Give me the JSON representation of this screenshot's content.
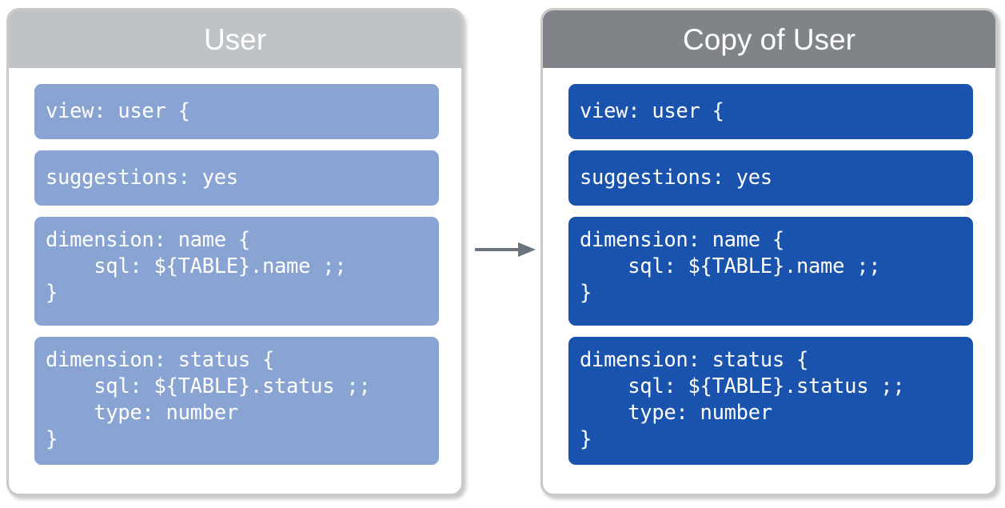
{
  "diagram": {
    "type": "copy-flow",
    "connector": {
      "icon": "arrow-right-icon",
      "direction": "left-to-right",
      "color": "#6b737d"
    }
  },
  "colors": {
    "source_header_bg": "#c0c3c6",
    "source_block_bg": "#89a4d2",
    "copy_header_bg": "#808489",
    "copy_block_bg": "#1a53ad",
    "card_border": "#c9c9c9",
    "card_bg": "#ffffff",
    "text_on_block": "#ffffff",
    "arrow": "#6b737d"
  },
  "cards": [
    {
      "id": "source",
      "title": "User",
      "blocks": [
        {
          "id": "view-declaration",
          "lines": 1,
          "code": "view: user {"
        },
        {
          "id": "suggestions-setting",
          "lines": 1,
          "code": "suggestions: yes"
        },
        {
          "id": "dimension-name",
          "lines": 3,
          "code": "dimension: name {\n    sql: ${TABLE}.name ;;\n}"
        },
        {
          "id": "dimension-status",
          "lines": 4,
          "code": "dimension: status {\n    sql: ${TABLE}.status ;;\n    type: number\n}"
        }
      ]
    },
    {
      "id": "copy",
      "title": "Copy of User",
      "blocks": [
        {
          "id": "view-declaration",
          "lines": 1,
          "code": "view: user {"
        },
        {
          "id": "suggestions-setting",
          "lines": 1,
          "code": "suggestions: yes"
        },
        {
          "id": "dimension-name",
          "lines": 3,
          "code": "dimension: name {\n    sql: ${TABLE}.name ;;\n}"
        },
        {
          "id": "dimension-status",
          "lines": 4,
          "code": "dimension: status {\n    sql: ${TABLE}.status ;;\n    type: number\n}"
        }
      ]
    }
  ]
}
